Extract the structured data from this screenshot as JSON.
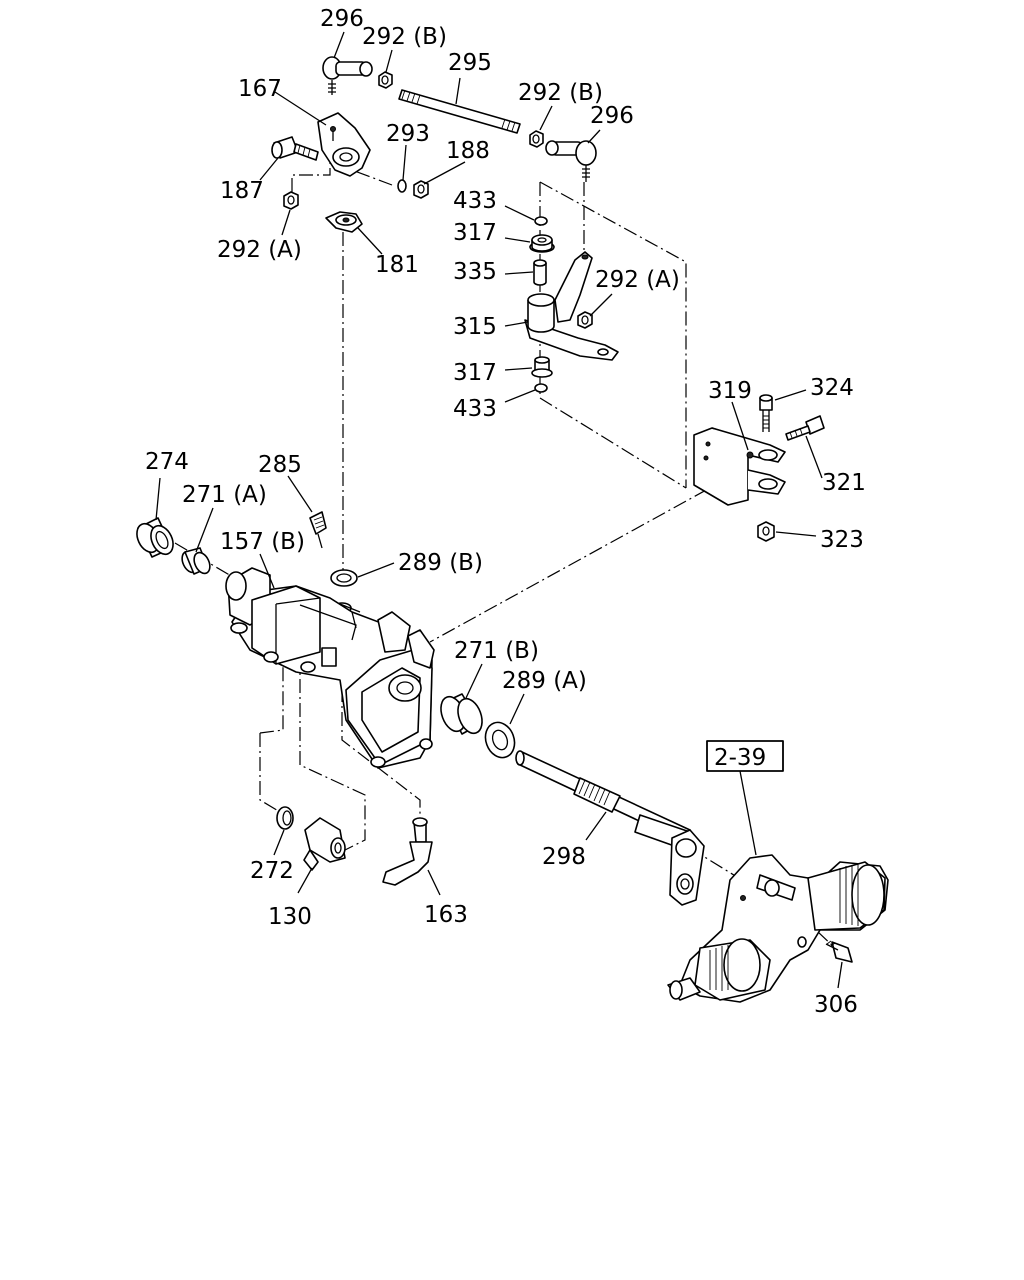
{
  "labels": {
    "l296a": "296",
    "l292b_a": "292 (B)",
    "l295": "295",
    "l167": "167",
    "l292b_b": "292 (B)",
    "l296b": "296",
    "l293": "293",
    "l188": "188",
    "l187": "187",
    "l433a": "433",
    "l292a_a": "292 (A)",
    "l317a": "317",
    "l181": "181",
    "l335": "335",
    "l292a_b": "292 (A)",
    "l315": "315",
    "l317b": "317",
    "l433b": "433",
    "l319": "319",
    "l324": "324",
    "l274": "274",
    "l285": "285",
    "l321": "321",
    "l271a": "271 (A)",
    "l157b": "157 (B)",
    "l323": "323",
    "l289b": "289 (B)",
    "l271b": "271 (B)",
    "l289a": "289 (A)",
    "ref": "2-39",
    "l298": "298",
    "l272": "272",
    "l130": "130",
    "l163": "163",
    "l306": "306"
  }
}
